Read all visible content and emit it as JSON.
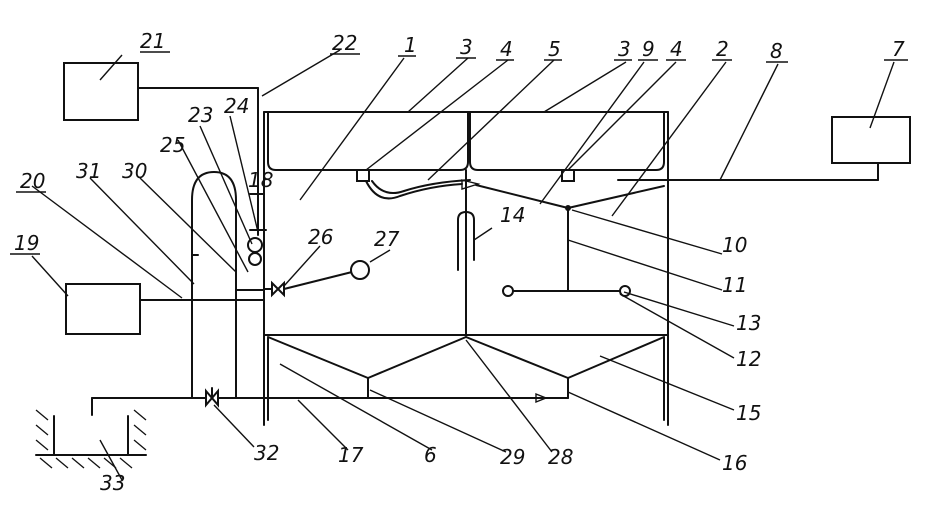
{
  "labels": {
    "l1": "1",
    "l2": "2",
    "l3a": "3",
    "l3b": "3",
    "l4a": "4",
    "l4b": "4",
    "l5": "5",
    "l6": "6",
    "l7": "7",
    "l8": "8",
    "l9": "9",
    "l10": "10",
    "l11": "11",
    "l12": "12",
    "l13": "13",
    "l14": "14",
    "l15": "15",
    "l16": "16",
    "l17": "17",
    "l18": "18",
    "l19": "19",
    "l20": "20",
    "l21": "21",
    "l22": "22",
    "l23": "23",
    "l24": "24",
    "l25": "25",
    "l26": "26",
    "l27": "27",
    "l28": "28",
    "l29": "29",
    "l30": "30",
    "l31": "31",
    "l32": "32",
    "l33": "33"
  }
}
